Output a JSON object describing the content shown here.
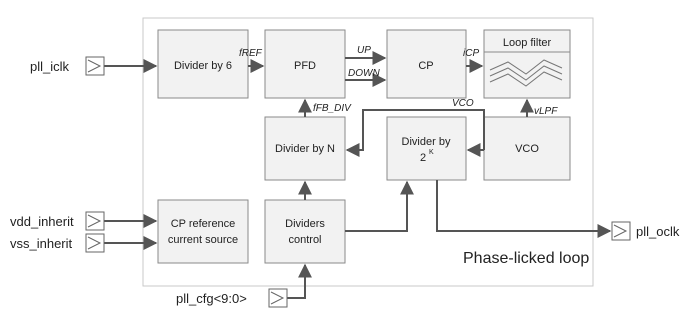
{
  "pll_title": "Phase-licked loop",
  "blocks": {
    "divider_by_6": "Divider by 6",
    "pfd": "PFD",
    "cp": "CP",
    "loop_filter": "Loop filter",
    "divider_by_n": "Divider by N",
    "divider_by_2k_line1": "Divider by",
    "divider_by_2k_base": "2",
    "divider_by_2k_exp": "K",
    "vco": "VCO",
    "cp_reference_line1": "CP reference",
    "cp_reference_line2": "current source",
    "dividers_control_line1": "Dividers",
    "dividers_control_line2": "control"
  },
  "signals": {
    "fref": "fREF",
    "up": "UP",
    "down": "DOWN",
    "icp": "iCP",
    "fb_div": "fFB_DIV",
    "vco": "VCO",
    "vlpf": "vLPF"
  },
  "ports": {
    "pll_iclk": "pll_iclk",
    "vdd_inherit": "vdd_inherit",
    "vss_inherit": "vss_inherit",
    "pll_oclk": "pll_oclk",
    "pll_cfg": "pll_cfg<9:0>"
  }
}
